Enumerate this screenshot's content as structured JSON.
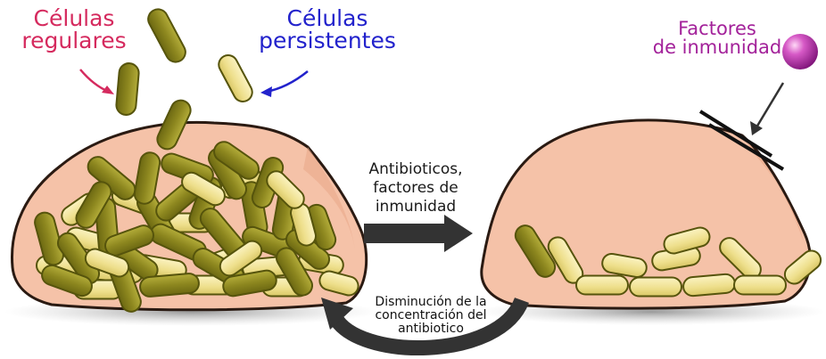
{
  "labels": {
    "regular_cells": [
      "Células",
      "regulares"
    ],
    "persister_cells": [
      "Células",
      "persistentes"
    ],
    "immunity_factors": [
      "Factores",
      "de inmunidad"
    ],
    "treatment": [
      "Antibioticos,",
      "factores de",
      "inmunidad"
    ],
    "concentration_decrease": [
      "Disminución de la",
      "concentración del",
      "antibiotico"
    ]
  },
  "colors": {
    "regular_label": "#d52a5e",
    "persister_label": "#2222cc",
    "immunity_label": "#a3229a",
    "tissue": "#f5c2a8",
    "tissue_edge": "#2a1a12",
    "regular_cell": "#8e8a1e",
    "persister_cell": "#f0e496",
    "cell_edge": "#56540c",
    "arrow": "#333333"
  }
}
